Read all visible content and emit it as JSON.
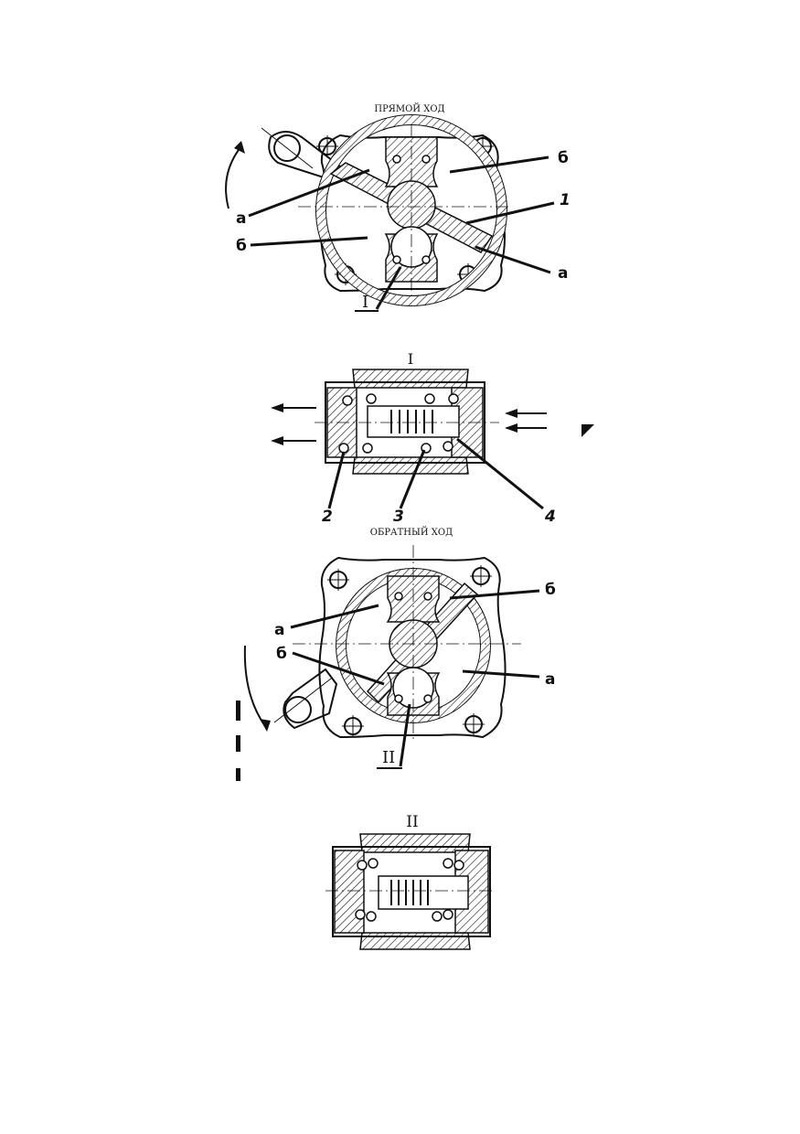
{
  "view1": {
    "title": "ПРЯМОЙ ХОД",
    "labels": {
      "a_left": "а",
      "b_left": "б",
      "b_right": "б",
      "one": "1",
      "a_right": "а",
      "detail_ref": "I"
    }
  },
  "detail1": {
    "title": "I",
    "labels": {
      "two": "2",
      "three": "3",
      "four": "4"
    }
  },
  "view2": {
    "title": "ОБРАТНЫЙ ХОД",
    "labels": {
      "a_left": "а",
      "b_left": "б",
      "b_right": "б",
      "a_right": "а",
      "detail_ref": "II"
    }
  },
  "detail2": {
    "title": "II"
  }
}
